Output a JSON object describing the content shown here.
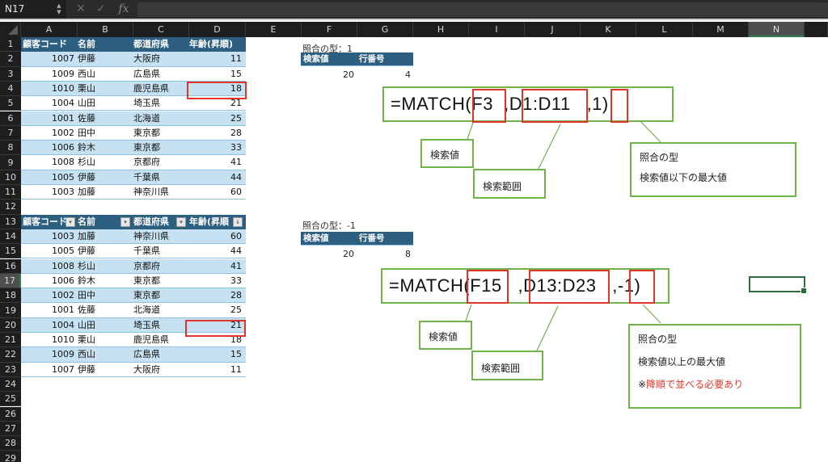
{
  "formula_bar": {
    "name_box": "N17",
    "cancel_icon": "✕",
    "enter_icon": "✓",
    "fx_label": "fx",
    "formula": ""
  },
  "columns": [
    "A",
    "B",
    "C",
    "D",
    "E",
    "F",
    "G",
    "H",
    "I",
    "J",
    "K",
    "L",
    "M",
    "N"
  ],
  "selected_column": "N",
  "rows": [
    "1",
    "2",
    "3",
    "4",
    "5",
    "6",
    "7",
    "8",
    "9",
    "10",
    "11",
    "12",
    "13",
    "14",
    "15",
    "16",
    "17",
    "18",
    "19",
    "20",
    "21",
    "22",
    "23",
    "24",
    "25",
    "26",
    "27",
    "28",
    "29"
  ],
  "selected_row": "17",
  "table1": {
    "headers": [
      "顧客コード",
      "名前",
      "都道府県",
      "年齢(昇順)"
    ],
    "rows": [
      {
        "code": "1007",
        "name": "伊藤",
        "pref": "大阪府",
        "age": "11"
      },
      {
        "code": "1009",
        "name": "西山",
        "pref": "広島県",
        "age": "15"
      },
      {
        "code": "1010",
        "name": "栗山",
        "pref": "鹿児島県",
        "age": "18"
      },
      {
        "code": "1004",
        "name": "山田",
        "pref": "埼玉県",
        "age": "21"
      },
      {
        "code": "1001",
        "name": "佐藤",
        "pref": "北海道",
        "age": "25"
      },
      {
        "code": "1002",
        "name": "田中",
        "pref": "東京都",
        "age": "28"
      },
      {
        "code": "1006",
        "name": "鈴木",
        "pref": "東京都",
        "age": "33"
      },
      {
        "code": "1008",
        "name": "杉山",
        "pref": "京都府",
        "age": "41"
      },
      {
        "code": "1005",
        "name": "伊藤",
        "pref": "千葉県",
        "age": "44"
      },
      {
        "code": "1003",
        "name": "加藤",
        "pref": "神奈川県",
        "age": "60"
      }
    ]
  },
  "table2": {
    "headers": [
      "顧客コード",
      "名前",
      "都道府県",
      "年齢(昇順"
    ],
    "filter_icon": "▾",
    "sort_icon": "↓",
    "rows": [
      {
        "code": "1003",
        "name": "加藤",
        "pref": "神奈川県",
        "age": "60"
      },
      {
        "code": "1005",
        "name": "伊藤",
        "pref": "千葉県",
        "age": "44"
      },
      {
        "code": "1008",
        "name": "杉山",
        "pref": "京都府",
        "age": "41"
      },
      {
        "code": "1006",
        "name": "鈴木",
        "pref": "東京都",
        "age": "33"
      },
      {
        "code": "1002",
        "name": "田中",
        "pref": "東京都",
        "age": "28"
      },
      {
        "code": "1001",
        "name": "佐藤",
        "pref": "北海道",
        "age": "25"
      },
      {
        "code": "1004",
        "name": "山田",
        "pref": "埼玉県",
        "age": "21"
      },
      {
        "code": "1010",
        "name": "栗山",
        "pref": "鹿児島県",
        "age": "18"
      },
      {
        "code": "1009",
        "name": "西山",
        "pref": "広島県",
        "age": "15"
      },
      {
        "code": "1007",
        "name": "伊藤",
        "pref": "大阪府",
        "age": "11"
      }
    ]
  },
  "example1": {
    "match_type_label": "照合の型：1",
    "headers": [
      "検索値",
      "行番号"
    ],
    "search_value": "20",
    "row_number": "4",
    "formula": "=MATCH(F3  ,D1:D11   ,1)",
    "callout_lookup": "検索値",
    "callout_range": "検索範囲",
    "callout_type_title": "照合の型",
    "callout_type_desc": "検索値以下の最大値"
  },
  "example2": {
    "match_type_label": "照合の型：-1",
    "headers": [
      "検索値",
      "行番号"
    ],
    "search_value": "20",
    "row_number": "8",
    "formula": "=MATCH(F15   ,D13:D23   ,-1)",
    "callout_lookup": "検索値",
    "callout_range": "検索範囲",
    "callout_type_title": "照合の型",
    "callout_type_desc": "検索値以上の最大値",
    "callout_note_mark": "※",
    "callout_note": "降順で並べる必要あり"
  },
  "colors": {
    "header_blue": "#2c5f80",
    "band_blue": "#c6e2f2",
    "highlight_red": "#e0352b",
    "callout_green": "#6fb34a",
    "selection_green": "#2e6b3f"
  }
}
